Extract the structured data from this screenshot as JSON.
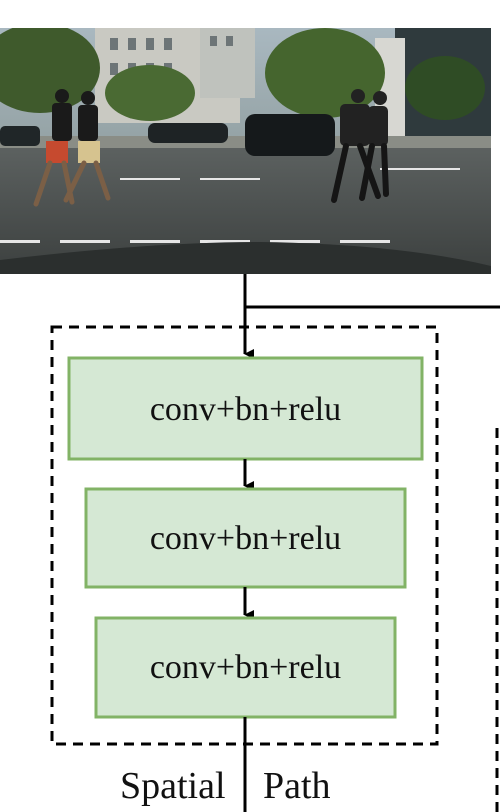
{
  "diagram": {
    "blocks": [
      {
        "label": "conv+bn+relu"
      },
      {
        "label": "conv+bn+relu"
      },
      {
        "label": "conv+bn+relu"
      }
    ],
    "caption": {
      "word1": "Spatial",
      "word2": "Path"
    },
    "colors": {
      "block_fill": "#d5e8d4",
      "block_border": "#82b366",
      "line": "#000000"
    }
  }
}
